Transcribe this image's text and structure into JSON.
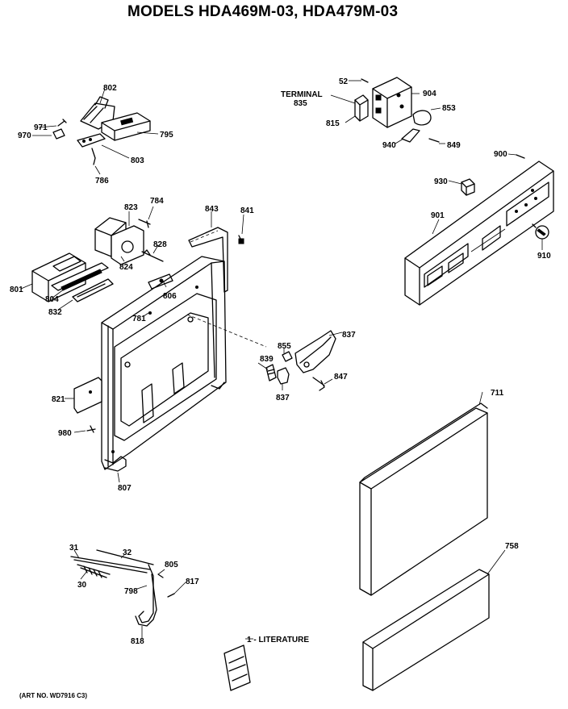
{
  "title": "MODELS HDA469M-03, HDA479M-03",
  "art_number": "(ART NO. WD7916 C3)",
  "labels": {
    "l802": "802",
    "l971": "971",
    "l970": "970",
    "l795": "795",
    "l803": "803",
    "l786": "786",
    "l52": "52",
    "lterminal": "TERMINAL",
    "l835": "835",
    "l904": "904",
    "l853": "853",
    "l815": "815",
    "l940": "940",
    "l849": "849",
    "l900": "900",
    "l930": "930",
    "l901": "901",
    "l910": "910",
    "l823": "823",
    "l784": "784",
    "l843": "843",
    "l841": "841",
    "l828": "828",
    "l824": "824",
    "l801": "801",
    "l806": "806",
    "l804": "804",
    "l832": "832",
    "l781": "781",
    "l837a": "837",
    "l855": "855",
    "l839": "839",
    "l847": "847",
    "l837b": "837",
    "l821": "821",
    "l711": "711",
    "l980": "980",
    "l807": "807",
    "l31": "31",
    "l32": "32",
    "l805": "805",
    "l30": "30",
    "l798": "798",
    "l817": "817",
    "l758": "758",
    "l818": "818",
    "lliterature": "1 - LITERATURE"
  }
}
